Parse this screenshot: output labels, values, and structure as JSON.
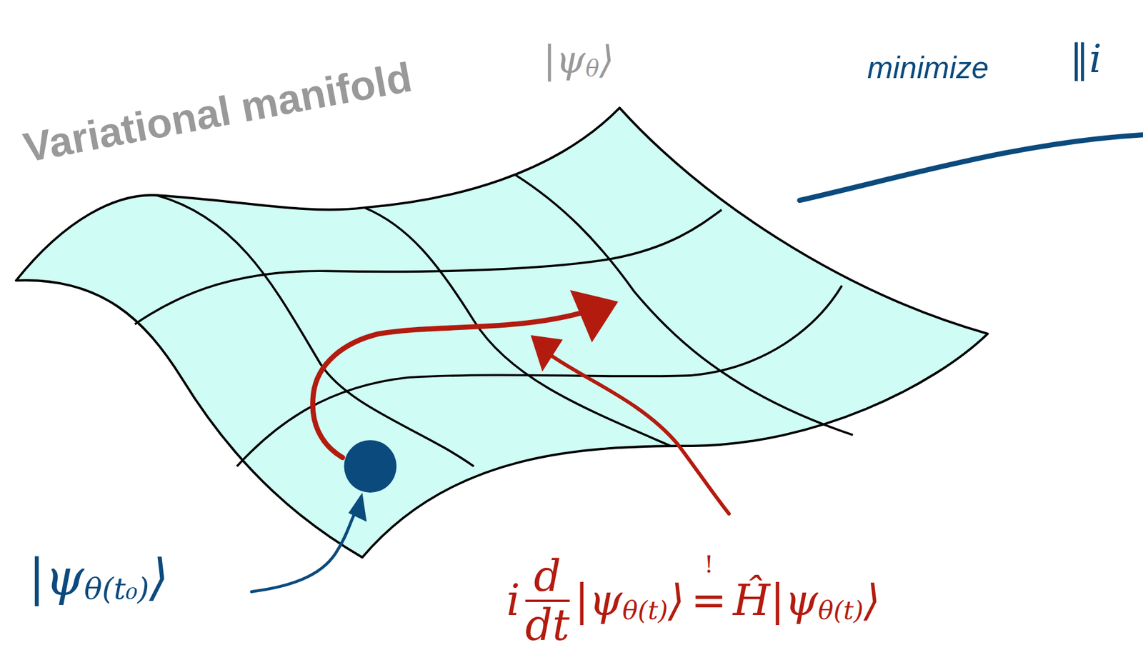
{
  "diagram": {
    "labels": [
      "Variational manifold",
      "|ψ",
      "θ",
      "⟩",
      "minimize",
      "‖i",
      "|ψ",
      "θ(t₀)",
      "⟩",
      "i",
      "d",
      "dt",
      "|ψ",
      "θ(t)",
      "⟩",
      "!",
      "=",
      "Ĥ",
      "|ψ",
      "θ(t)",
      "⟩"
    ]
  }
}
